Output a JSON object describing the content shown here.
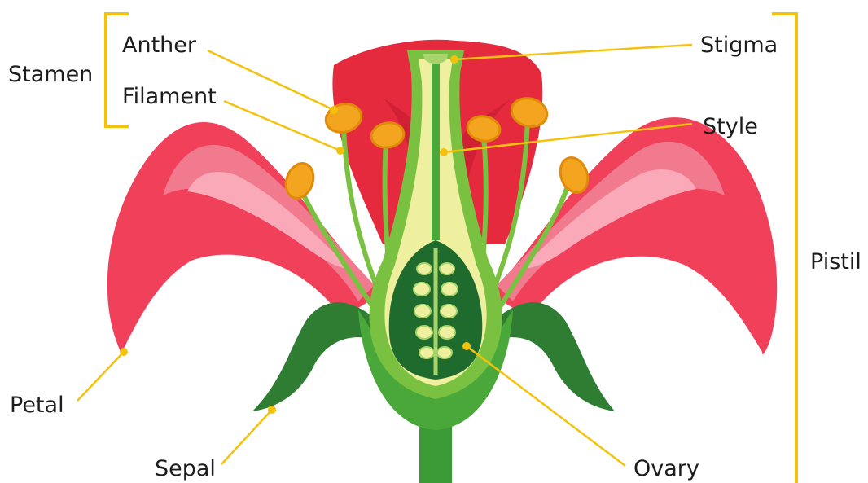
{
  "labels": {
    "stamen": "Stamen",
    "anther": "Anther",
    "filament": "Filament",
    "stigma": "Stigma",
    "style": "Style",
    "pistil": "Pistil",
    "petal": "Petal",
    "sepal": "Sepal",
    "ovary": "Ovary"
  },
  "colors": {
    "leader": "#f4c20d",
    "petal_outer": "#f0405a",
    "petal_inner": "#f27a8e",
    "petal_highlight": "#f9a9b7",
    "petal_back": "#e52a3e",
    "anther": "#f3a51f",
    "filament": "#7ac142",
    "pistil_light": "#eef0a0",
    "ovary_dark": "#1f6b2d",
    "receptacle": "#4aa83a",
    "sepal": "#2e7d32",
    "stem": "#3a9a35"
  }
}
